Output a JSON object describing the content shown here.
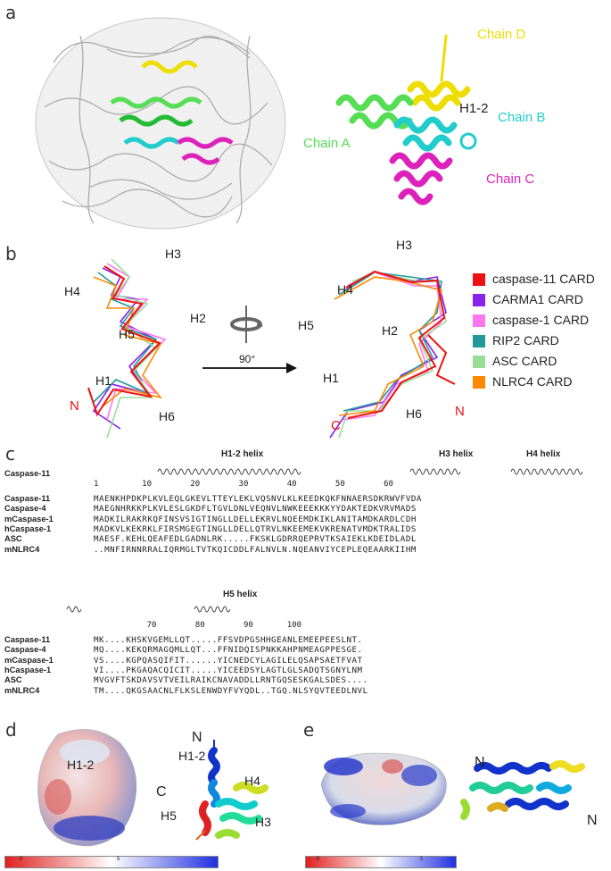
{
  "panels": {
    "a": {
      "letter": "a",
      "chains": [
        "Chain D",
        "Chain A",
        "H1-2",
        "Chain B",
        "Chain C"
      ],
      "colors": {
        "chainA": "#55dd55",
        "chainB": "#22cccc",
        "chainC": "#dd22bb",
        "chainD": "#eedd00"
      }
    },
    "b": {
      "letter": "b",
      "left_labels": [
        "H3",
        "H4",
        "H2",
        "H5",
        "H1",
        "H6",
        "N"
      ],
      "right_labels": [
        "H3",
        "H4",
        "H5",
        "H2",
        "H1",
        "H6",
        "N",
        "C"
      ],
      "rotation": "90°",
      "legend": [
        {
          "label": "caspase-11 CARD",
          "color": "#ee1111"
        },
        {
          "label": "CARMA1 CARD",
          "color": "#8822ee"
        },
        {
          "label": "caspase-1 CARD",
          "color": "#ff77ee"
        },
        {
          "label": "RIP2 CARD",
          "color": "#229999"
        },
        {
          "label": "ASC CARD",
          "color": "#99dd99"
        },
        {
          "label": "NLRC4 CARD",
          "color": "#ff8800"
        }
      ]
    },
    "c": {
      "letter": "c",
      "block1": {
        "helix_titles": [
          "H1-2 helix",
          "H3 helix",
          "H4 helix"
        ],
        "ref_name": "Caspase-11",
        "ruler": "1         10        20        30        40        50        60",
        "rows": [
          {
            "name": "Caspase-11",
            "seq": "MAENKHPDKPLKVLEQLGKEVLTTEYLEKLVQSNVLKLKEEDKQKFNNAERSDKRWVFVDA"
          },
          {
            "name": "Caspase-4",
            "seq": "MAEGNHRKKPLKVLESLGKDFLTGVLDNLVEQNVLNWKEEEKKKYYDAKTEDKVRVMADS"
          },
          {
            "name": "mCaspase-1",
            "seq": "MADKILRAKRKQFINSVSIGTINGLLDELLEKRVLNQEEMDKIKLANITAMDKARDLCDH"
          },
          {
            "name": "hCaspase-1",
            "seq": "MADKVLKEKRKLFIRSMGEGTINGLLDELLQTRVLNKEEMEKVKRENATVMDKTRALIDS"
          },
          {
            "name": "ASC",
            "seq": "MAESF.KEHLQEAFEDLGADNLRK.....FKSKLGDRRQEPRVTKSAIEKLKDEIDLADL"
          },
          {
            "name": "mNLRC4",
            "seq": "..MNFIRNNRRALIQRMGLTVTKQICDDLFALNVLN.NQEANVIYCEPLEQEAARKIIHM"
          }
        ]
      },
      "block2": {
        "helix_titles": [
          "H5 helix"
        ],
        "ruler": "           70        80        90       100",
        "rows": [
          {
            "name": "Caspase-11",
            "seq": "MK....KHSKVGEMLLQT.....FFSVDPGSHHGEANLEMEEPEESLNT."
          },
          {
            "name": "Caspase-4",
            "seq": "MQ....KEKQRMAGQMLLQT...FFNIDQISPNKKAHPNMEAGPPESGE."
          },
          {
            "name": "mCaspase-1",
            "seq": "VS....KGPQASQIFIT......YICNEDCYLAGILELQSAPSAETFVAT"
          },
          {
            "name": "hCaspase-1",
            "seq": "VI....PKGAQACQICIT.....YICEEDSYLAGTLGLSADQTSGNYLNM"
          },
          {
            "name": "ASC",
            "seq": "MVGVFTSKDAVSVTVEILRAIKCNAVADDLLRNTGQSESKGALSDES...."
          },
          {
            "name": "mNLRC4",
            "seq": "TM....QKGSAACNLFLKSLENWDYFVYQDL..TGQ.NLSYQVTEEDLNVL"
          }
        ]
      }
    },
    "d": {
      "letter": "d",
      "labels": [
        "H1-2",
        "N",
        "H1-2",
        "H4",
        "C",
        "H5",
        "H3"
      ],
      "scale": [
        "-5",
        "5"
      ]
    },
    "e": {
      "letter": "e",
      "labels": [
        "N",
        "N"
      ],
      "scale": [
        "-5",
        "5"
      ]
    }
  }
}
